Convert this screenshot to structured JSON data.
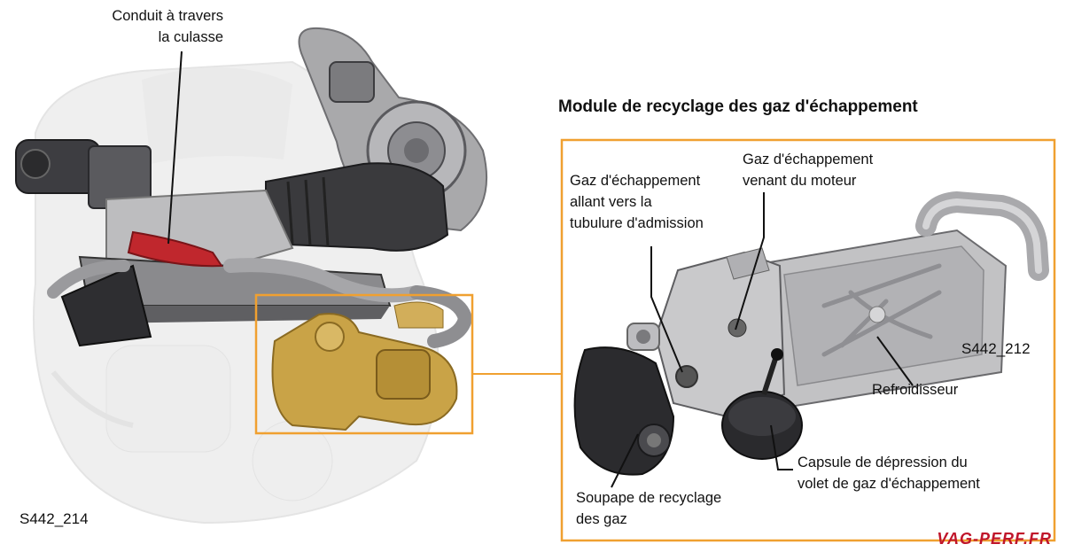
{
  "left_view": {
    "callout_conduit": [
      "Conduit à travers",
      "la culasse"
    ],
    "figure_id": "S442_214"
  },
  "module": {
    "title": "Module de recyclage des gaz d'échappement",
    "figure_id": "S442_212",
    "callouts": {
      "gaz_admission": [
        "Gaz d'échappement",
        "allant vers la",
        "tubulure d'admission"
      ],
      "gaz_moteur": [
        "Gaz d'échappement",
        "venant du moteur"
      ],
      "refroidisseur": "Refroidisseur",
      "capsule": [
        "Capsule de dépression du",
        "volet de gaz d'échappement"
      ],
      "soupape": [
        "Soupape de recyclage",
        "des gaz"
      ]
    }
  },
  "watermark": "VAG-PERF.FR",
  "colors": {
    "highlight_frame": "#f0a030",
    "egr_module": "#c9a347",
    "conduit": "#c0272d"
  }
}
